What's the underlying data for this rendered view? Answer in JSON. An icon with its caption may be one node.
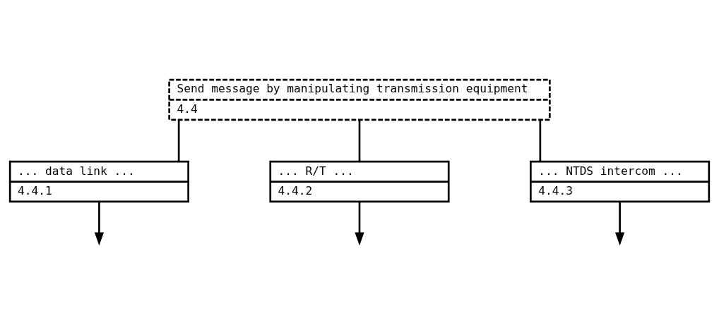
{
  "diagram": {
    "nodes": [
      {
        "text": [
          "Send message by manipulating transmission equipment",
          "4.4"
        ]
      },
      {
        "text": [
          "... data link ...",
          "4.4.1"
        ]
      },
      {
        "text": [
          "... R/T ...",
          "4.4.2"
        ]
      },
      {
        "text": [
          "... NTDS intercom ...",
          "4.4.3"
        ]
      }
    ],
    "edges": [
      {
        "from": 0,
        "to": 1,
        "arrow": "none"
      },
      {
        "from": 0,
        "to": 2,
        "arrow": "none"
      },
      {
        "from": 0,
        "to": 3,
        "arrow": "none"
      },
      {
        "from": 1,
        "to": null,
        "arrow": "to"
      },
      {
        "from": 2,
        "to": null,
        "arrow": "to"
      },
      {
        "from": 3,
        "to": null,
        "arrow": "to"
      }
    ]
  }
}
